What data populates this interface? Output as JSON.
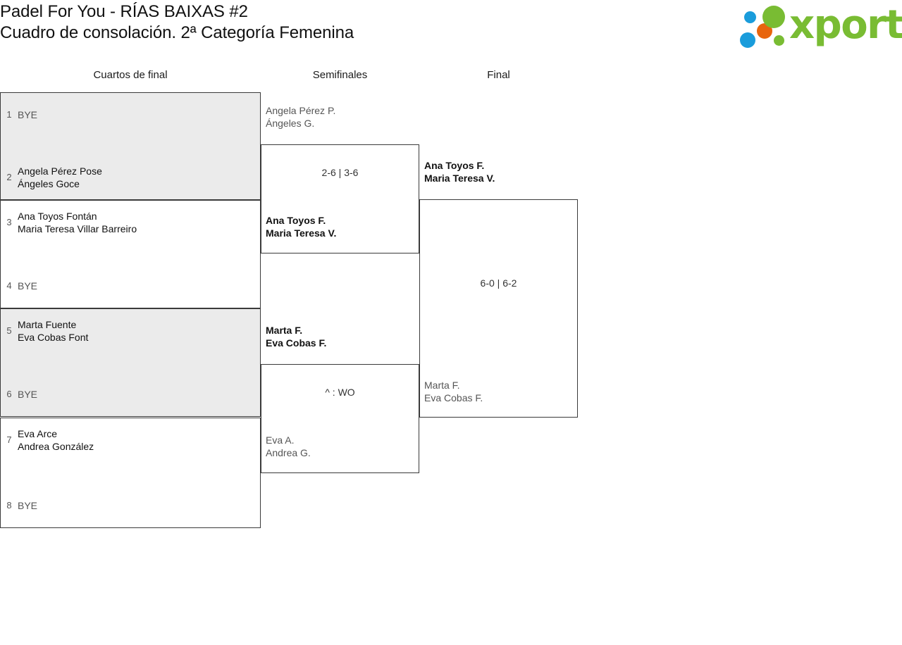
{
  "header": {
    "title_line1": "Padel For You - RÍAS BAIXAS #2",
    "title_line2": "Cuadro de consolación. 2ª Categoría Femenina",
    "logo_text": "xporty",
    "logo_colors": {
      "green": "#79bc33",
      "blue": "#1a9cdb",
      "orange": "#e8650d"
    }
  },
  "rounds": [
    {
      "label": "Cuartos de final"
    },
    {
      "label": "Semifinales"
    },
    {
      "label": "Final"
    }
  ],
  "bracket": {
    "round1": {
      "matches": [
        {
          "shaded": true,
          "slots": [
            {
              "seed": "1",
              "bye": true,
              "bye_label": "BYE",
              "names": []
            },
            {
              "seed": "2",
              "bye": false,
              "bye_label": "",
              "names": [
                "Angela Pérez Pose",
                "Ángeles Goce"
              ]
            }
          ]
        },
        {
          "shaded": false,
          "slots": [
            {
              "seed": "3",
              "bye": false,
              "bye_label": "",
              "names": [
                "Ana Toyos Fontán",
                "Maria Teresa Villar Barreiro"
              ]
            },
            {
              "seed": "4",
              "bye": true,
              "bye_label": "BYE",
              "names": []
            }
          ]
        },
        {
          "shaded": true,
          "slots": [
            {
              "seed": "5",
              "bye": false,
              "bye_label": "",
              "names": [
                "Marta Fuente",
                "Eva Cobas Font"
              ]
            },
            {
              "seed": "6",
              "bye": true,
              "bye_label": "BYE",
              "names": []
            }
          ]
        },
        {
          "shaded": false,
          "slots": [
            {
              "seed": "7",
              "bye": false,
              "bye_label": "",
              "names": [
                "Eva Arce",
                "Andrea González"
              ]
            },
            {
              "seed": "8",
              "bye": true,
              "bye_label": "BYE",
              "names": []
            }
          ]
        }
      ]
    },
    "semifinals": [
      {
        "score": "2-6 | 3-6",
        "top": {
          "names": [
            "Angela Pérez P.",
            "Ángeles G."
          ],
          "result": "loser"
        },
        "bottom": {
          "names": [
            "Ana Toyos F.",
            "Maria Teresa V."
          ],
          "result": "winner"
        }
      },
      {
        "score": "^ : WO",
        "top": {
          "names": [
            "Marta F.",
            "Eva Cobas F."
          ],
          "result": "winner"
        },
        "bottom": {
          "names": [
            "Eva A.",
            "Andrea G."
          ],
          "result": "loser"
        }
      }
    ],
    "final": {
      "score": "6-0 | 6-2",
      "top": {
        "names": [
          "Ana Toyos F.",
          "Maria Teresa V."
        ],
        "result": "winner"
      },
      "bottom": {
        "names": [
          "Marta F.",
          "Eva Cobas F."
        ],
        "result": "loser"
      }
    }
  }
}
